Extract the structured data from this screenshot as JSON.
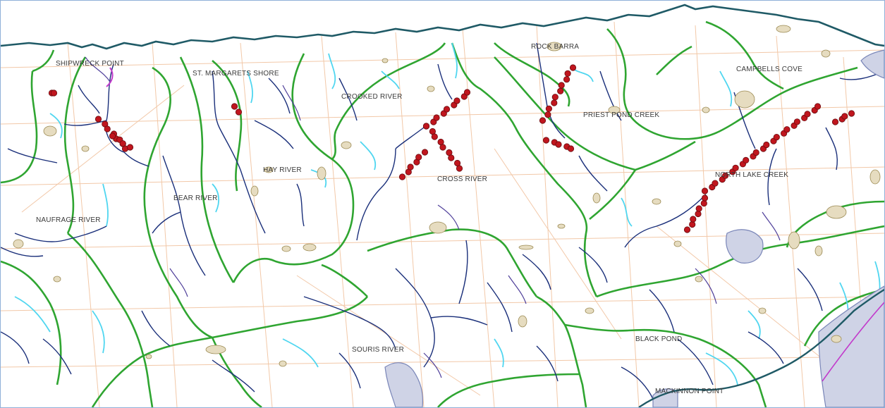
{
  "map": {
    "colors": {
      "coastline": "#1f5a66",
      "watershed_boundary": "#2fa531",
      "river": "#1a2f7a",
      "river_alt": "#4f3f9a",
      "headwater": "#4fd6f0",
      "road": "#f2c8a8",
      "wetland_fill": "#e6dcc0",
      "wetland_stroke": "#9c8b54",
      "sample_point": "#c0161e",
      "sample_point_stroke": "#6a0b0f",
      "pond_fill": "#cfd3e6",
      "pond_stroke": "#7a86b8",
      "water_magenta": "#c23acb",
      "label": "#3a3a3a"
    },
    "labels": [
      {
        "id": "shipwreck-point",
        "text": "SHIPWRECK POINT"
      },
      {
        "id": "st-margarets-shore",
        "text": "ST. MARGARETS SHORE"
      },
      {
        "id": "rock-barra",
        "text": "ROCK BARRA"
      },
      {
        "id": "campbells-cove",
        "text": "CAMPBELLS COVE"
      },
      {
        "id": "crooked-river",
        "text": "CROOKED RIVER"
      },
      {
        "id": "priest-pond-creek",
        "text": "PRIEST POND CREEK"
      },
      {
        "id": "hay-river",
        "text": "HAY RIVER"
      },
      {
        "id": "bear-river",
        "text": "BEAR RIVER"
      },
      {
        "id": "cross-river",
        "text": "CROSS RIVER"
      },
      {
        "id": "north-lake-creek",
        "text": "NORTH LAKE CREEK"
      },
      {
        "id": "naufrage-river",
        "text": "NAUFRAGE RIVER"
      },
      {
        "id": "souris-river",
        "text": "SOURIS RIVER"
      },
      {
        "id": "black-pond",
        "text": "BLACK POND"
      },
      {
        "id": "mackinnon-point",
        "text": "MACKINNON POINT"
      }
    ]
  }
}
